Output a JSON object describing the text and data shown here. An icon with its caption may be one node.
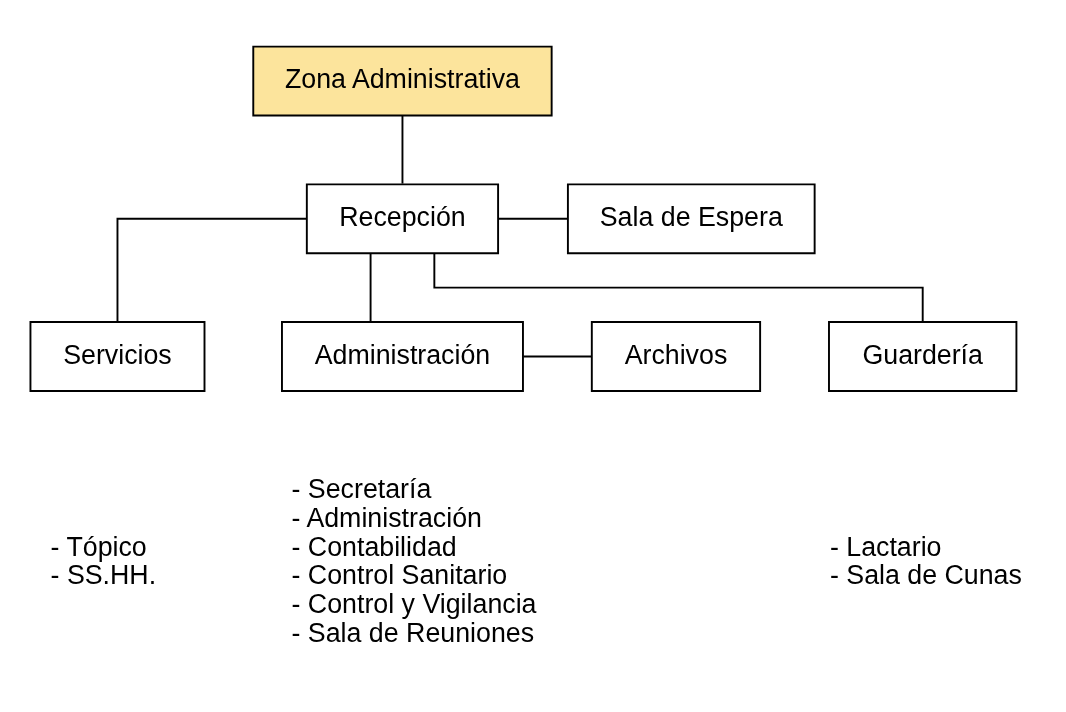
{
  "diagram": {
    "nodes": [
      {
        "text": [
          "Zona Administrativa"
        ]
      },
      {
        "text": [
          "Recepción"
        ]
      },
      {
        "text": [
          "Sala de Espera"
        ]
      },
      {
        "text": [
          "Servicios"
        ],
        "beside": [
          "- Tópico",
          "- SS.HH."
        ]
      },
      {
        "text": [
          "Administración"
        ],
        "beside": [
          "- Secretaría",
          "- Administración",
          "- Contabilidad",
          "- Control Sanitario",
          "- Control y Vigilancia",
          "- Sala de Reuniones"
        ]
      },
      {
        "text": [
          "Archivos"
        ]
      },
      {
        "text": [
          "Guardería"
        ],
        "beside": [
          "- Lactario",
          "- Sala de Cunas"
        ]
      }
    ],
    "edges": [
      {
        "from": 0,
        "to": 1,
        "arrow": "none"
      },
      {
        "from": 1,
        "to": 2,
        "arrow": "none"
      },
      {
        "from": 1,
        "to": 3,
        "arrow": "none"
      },
      {
        "from": 1,
        "to": 4,
        "arrow": "none"
      },
      {
        "from": 1,
        "to": 6,
        "arrow": "none"
      },
      {
        "from": 4,
        "to": 5,
        "arrow": "none"
      }
    ]
  }
}
